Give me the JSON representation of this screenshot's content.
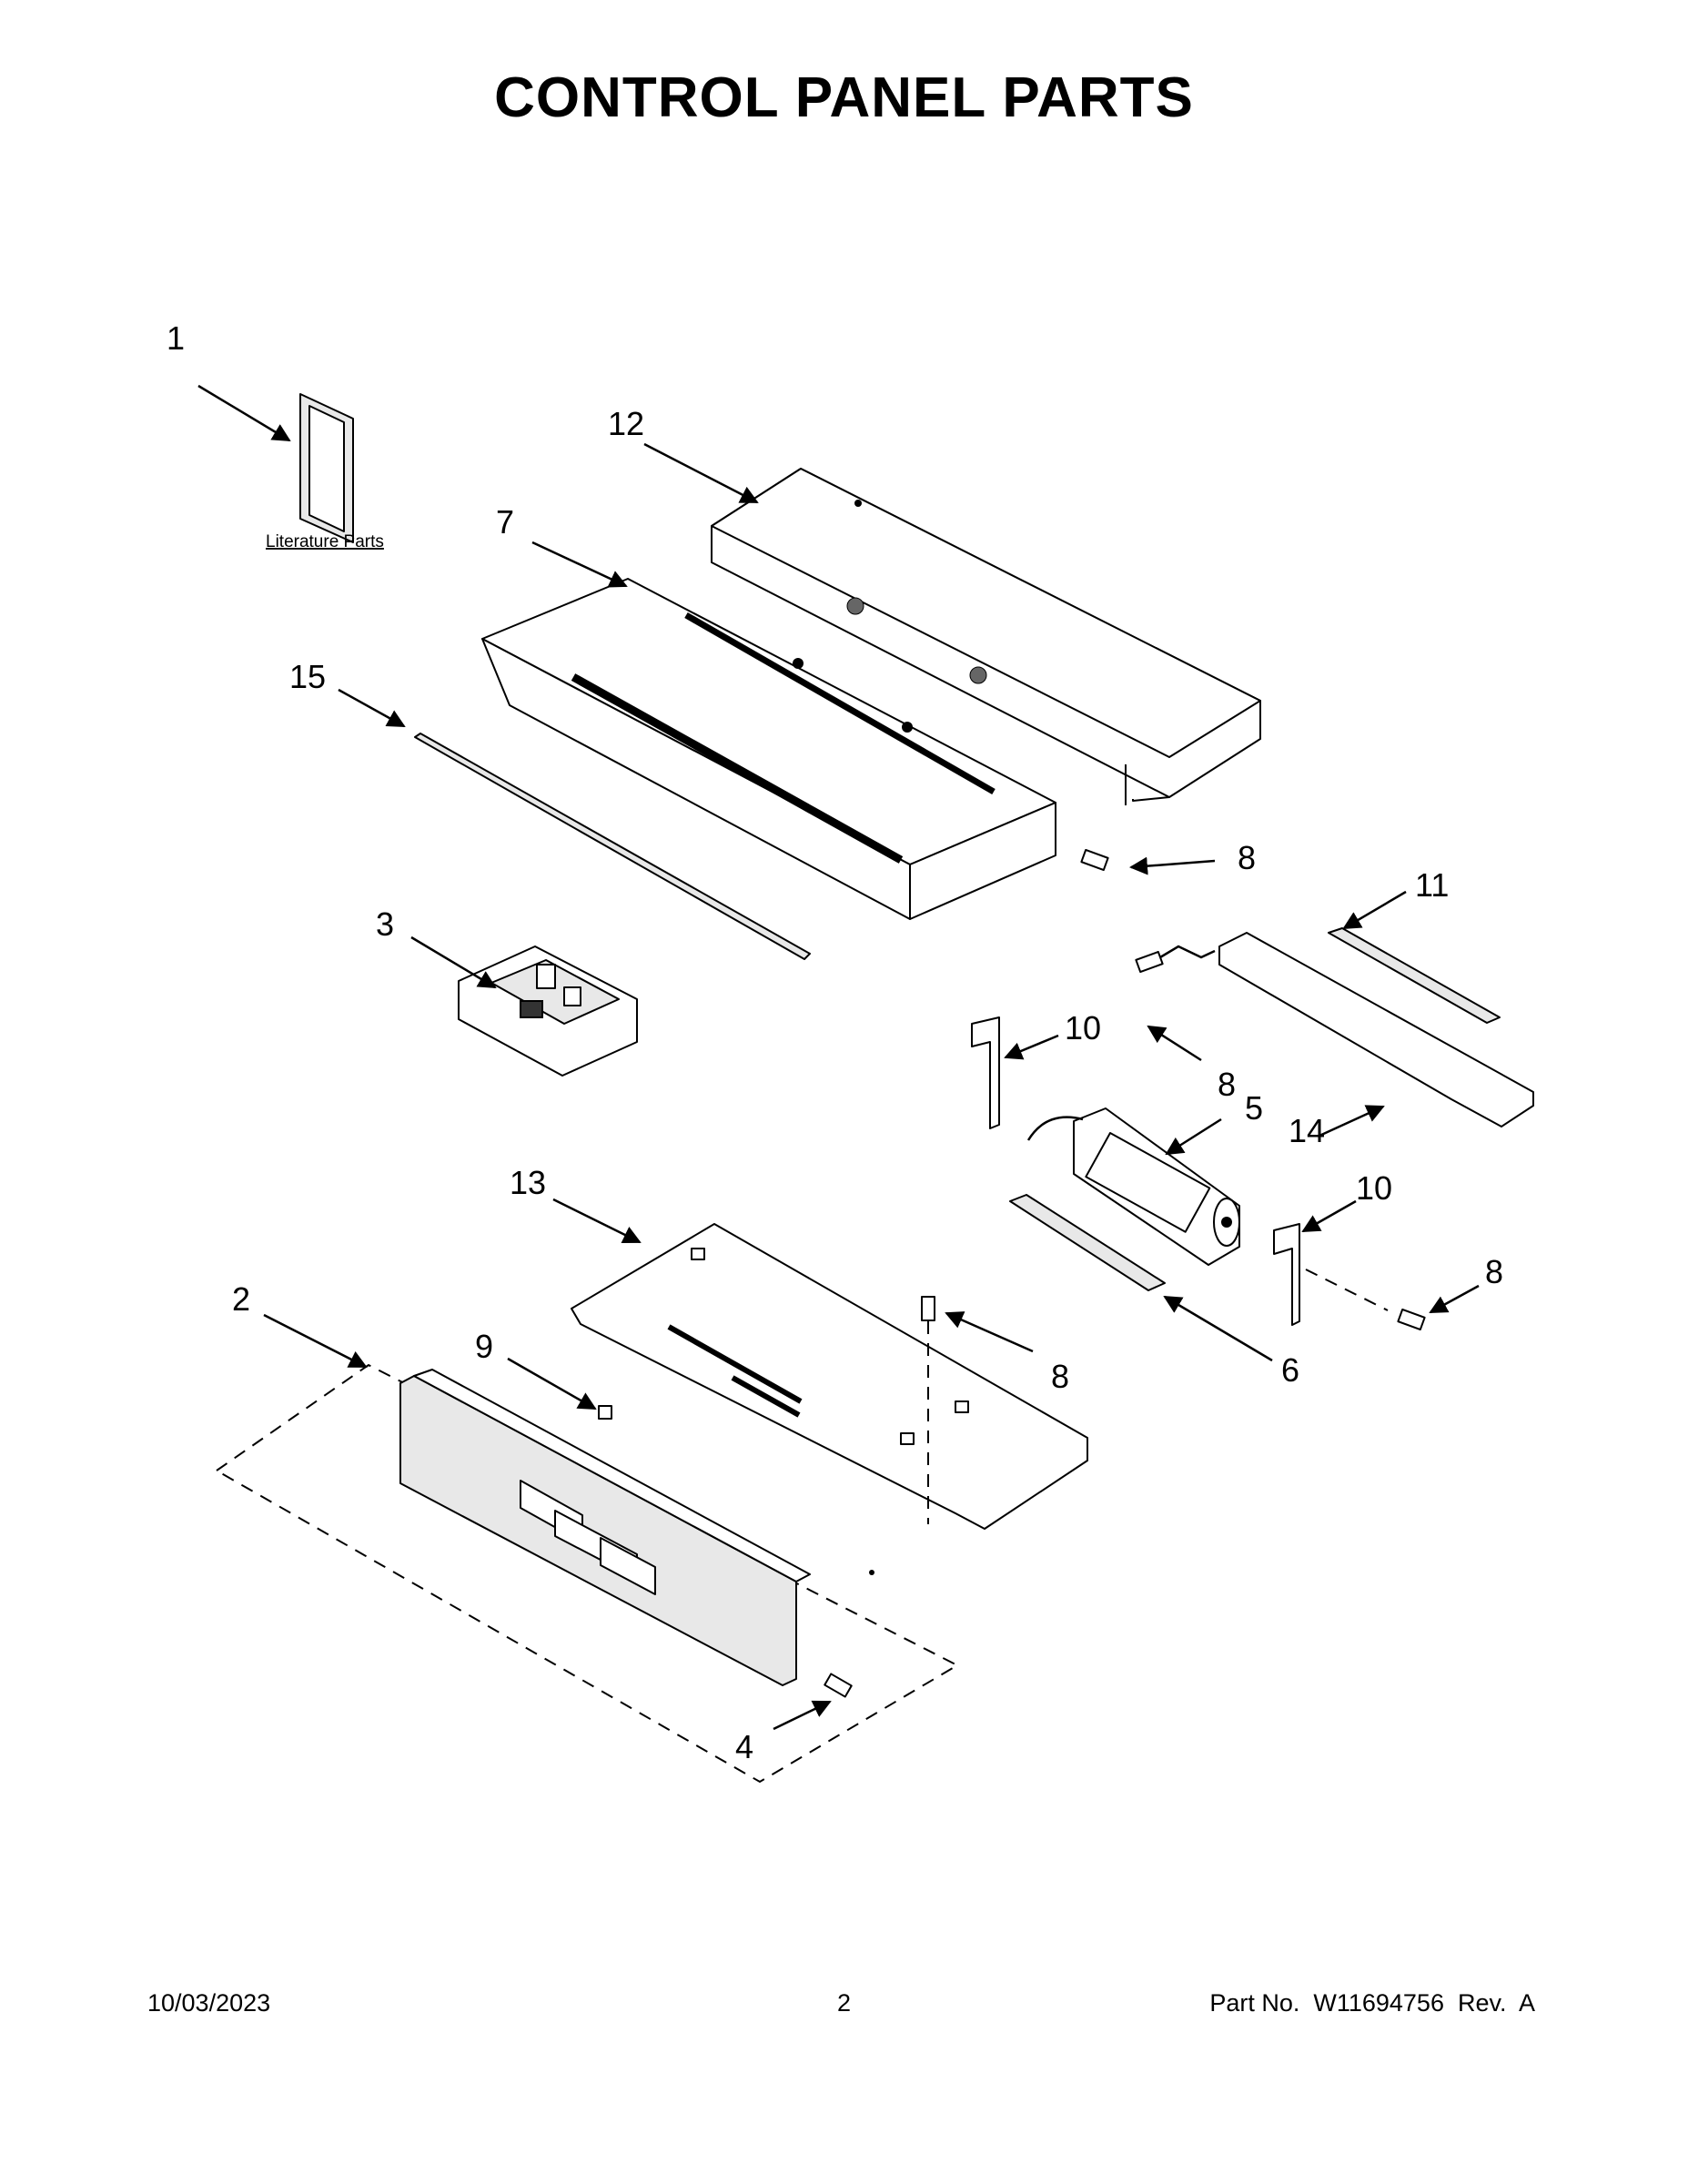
{
  "title": "CONTROL PANEL PARTS",
  "literature_caption": "Literature Parts",
  "callouts": {
    "c1": "1",
    "c2": "2",
    "c3": "3",
    "c4": "4",
    "c5": "5",
    "c6": "6",
    "c7": "7",
    "c8a": "8",
    "c8b": "8",
    "c8c": "8",
    "c8d": "8",
    "c9": "9",
    "c10a": "10",
    "c10b": "10",
    "c11": "11",
    "c12": "12",
    "c13": "13",
    "c14": "14",
    "c15": "15"
  },
  "footer": {
    "date": "10/03/2023",
    "page": "2",
    "part_no": "Part No.  W11694756  Rev.  A"
  }
}
